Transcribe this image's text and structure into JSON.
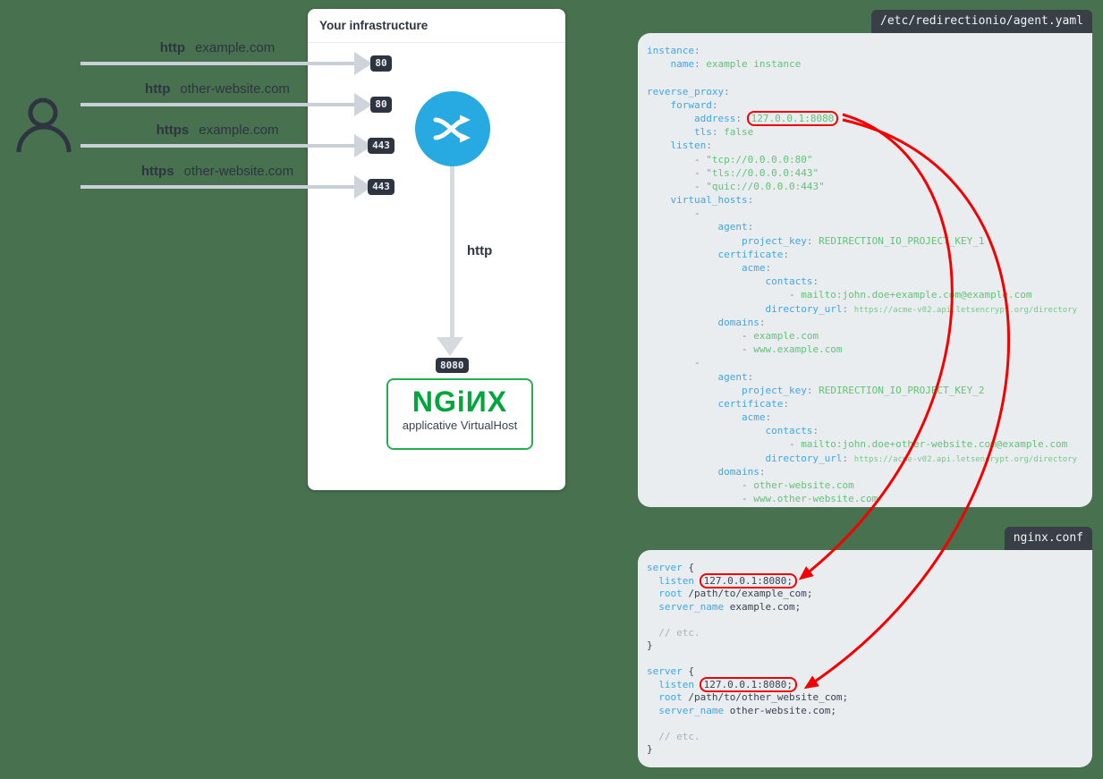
{
  "colors": {
    "background": "#47714F",
    "card_bg": "#FFFFFF",
    "panel_bg": "#E9EDEF",
    "tab_bg": "#383F47",
    "yaml_key": "#42A6E5",
    "yaml_value": "#64C17A",
    "comment_gray": "#A8B1BC",
    "code_dark": "#3B4252",
    "highlight_red": "#F40000",
    "proxy_circle_blue": "#27AAE1",
    "nginx_green": "#00A63C",
    "arrow_gray": "#CFD4DA",
    "port_badge_bg": "#2E3440"
  },
  "user_flow": {
    "requests": [
      {
        "protocol": "http",
        "domain": "example.com",
        "port": "80"
      },
      {
        "protocol": "http",
        "domain": "other-website.com",
        "port": "80"
      },
      {
        "protocol": "https",
        "domain": "example.com",
        "port": "443"
      },
      {
        "protocol": "https",
        "domain": "other-website.com",
        "port": "443"
      }
    ]
  },
  "infrastructure": {
    "title": "Your infrastructure",
    "internal_protocol": "http",
    "internal_port": "8080",
    "nginx_logo": "NGiИX",
    "nginx_caption": "applicative VirtualHost"
  },
  "agent_yaml": {
    "tab": "/etc/redirectionio/agent.yaml",
    "lines": [
      [
        {
          "t": "instance",
          "c": "key"
        },
        {
          "t": ":",
          "c": "punct"
        }
      ],
      [
        {
          "t": "    "
        },
        {
          "t": "name",
          "c": "key"
        },
        {
          "t": ":",
          "c": "punct"
        },
        {
          "t": " "
        },
        {
          "t": "example instance",
          "c": "val"
        }
      ],
      [],
      [
        {
          "t": "reverse_proxy",
          "c": "key"
        },
        {
          "t": ":",
          "c": "punct"
        }
      ],
      [
        {
          "t": "    "
        },
        {
          "t": "forward",
          "c": "key"
        },
        {
          "t": ":",
          "c": "punct"
        }
      ],
      [
        {
          "t": "        "
        },
        {
          "t": "address",
          "c": "key"
        },
        {
          "t": ":",
          "c": "punct"
        },
        {
          "t": " "
        },
        {
          "t": "127.0.0.1:8080",
          "c": "val",
          "box": true
        }
      ],
      [
        {
          "t": "        "
        },
        {
          "t": "tls",
          "c": "key"
        },
        {
          "t": ":",
          "c": "punct"
        },
        {
          "t": " "
        },
        {
          "t": "false",
          "c": "val"
        }
      ],
      [
        {
          "t": "    "
        },
        {
          "t": "listen",
          "c": "key"
        },
        {
          "t": ":",
          "c": "punct"
        }
      ],
      [
        {
          "t": "        - ",
          "c": "punct"
        },
        {
          "t": "\"tcp://0.0.0.0:80\"",
          "c": "val"
        }
      ],
      [
        {
          "t": "        - ",
          "c": "punct"
        },
        {
          "t": "\"tls://0.0.0.0:443\"",
          "c": "val"
        }
      ],
      [
        {
          "t": "        - ",
          "c": "punct"
        },
        {
          "t": "\"quic://0.0.0.0:443\"",
          "c": "val"
        }
      ],
      [
        {
          "t": "    "
        },
        {
          "t": "virtual_hosts",
          "c": "key"
        },
        {
          "t": ":",
          "c": "punct"
        }
      ],
      [
        {
          "t": "        -",
          "c": "punct"
        }
      ],
      [
        {
          "t": "            "
        },
        {
          "t": "agent",
          "c": "key"
        },
        {
          "t": ":",
          "c": "punct"
        }
      ],
      [
        {
          "t": "                "
        },
        {
          "t": "project_key",
          "c": "key"
        },
        {
          "t": ":",
          "c": "punct"
        },
        {
          "t": " "
        },
        {
          "t": "REDIRECTION_IO_PROJECT_KEY_1",
          "c": "val"
        }
      ],
      [
        {
          "t": "            "
        },
        {
          "t": "certificate",
          "c": "key"
        },
        {
          "t": ":",
          "c": "punct"
        }
      ],
      [
        {
          "t": "                "
        },
        {
          "t": "acme",
          "c": "key"
        },
        {
          "t": ":",
          "c": "punct"
        }
      ],
      [
        {
          "t": "                    "
        },
        {
          "t": "contacts",
          "c": "key"
        },
        {
          "t": ":",
          "c": "punct"
        }
      ],
      [
        {
          "t": "                        - ",
          "c": "punct"
        },
        {
          "t": "mailto:john.doe+example.com@example.com",
          "c": "val"
        }
      ],
      [
        {
          "t": "                    "
        },
        {
          "t": "directory_url",
          "c": "key"
        },
        {
          "t": ":",
          "c": "punct"
        },
        {
          "t": " "
        },
        {
          "t": "https://acme-v02.api.letsencrypt.org/directory",
          "c": "url"
        }
      ],
      [
        {
          "t": "            "
        },
        {
          "t": "domains",
          "c": "key"
        },
        {
          "t": ":",
          "c": "punct"
        }
      ],
      [
        {
          "t": "                - ",
          "c": "punct"
        },
        {
          "t": "example.com",
          "c": "val"
        }
      ],
      [
        {
          "t": "                - ",
          "c": "punct"
        },
        {
          "t": "www.example.com",
          "c": "val"
        }
      ],
      [
        {
          "t": "        -",
          "c": "punct"
        }
      ],
      [
        {
          "t": "            "
        },
        {
          "t": "agent",
          "c": "key"
        },
        {
          "t": ":",
          "c": "punct"
        }
      ],
      [
        {
          "t": "                "
        },
        {
          "t": "project_key",
          "c": "key"
        },
        {
          "t": ":",
          "c": "punct"
        },
        {
          "t": " "
        },
        {
          "t": "REDIRECTION_IO_PROJECT_KEY_2",
          "c": "val"
        }
      ],
      [
        {
          "t": "            "
        },
        {
          "t": "certificate",
          "c": "key"
        },
        {
          "t": ":",
          "c": "punct"
        }
      ],
      [
        {
          "t": "                "
        },
        {
          "t": "acme",
          "c": "key"
        },
        {
          "t": ":",
          "c": "punct"
        }
      ],
      [
        {
          "t": "                    "
        },
        {
          "t": "contacts",
          "c": "key"
        },
        {
          "t": ":",
          "c": "punct"
        }
      ],
      [
        {
          "t": "                        - ",
          "c": "punct"
        },
        {
          "t": "mailto:john.doe+other-website.com@example.com",
          "c": "val"
        }
      ],
      [
        {
          "t": "                    "
        },
        {
          "t": "directory_url",
          "c": "key"
        },
        {
          "t": ":",
          "c": "punct"
        },
        {
          "t": " "
        },
        {
          "t": "https://acme-v02.api.letsencrypt.org/directory",
          "c": "url"
        }
      ],
      [
        {
          "t": "            "
        },
        {
          "t": "domains",
          "c": "key"
        },
        {
          "t": ":",
          "c": "punct"
        }
      ],
      [
        {
          "t": "                - ",
          "c": "punct"
        },
        {
          "t": "other-website.com",
          "c": "val"
        }
      ],
      [
        {
          "t": "                - ",
          "c": "punct"
        },
        {
          "t": "www.other-website.com",
          "c": "val"
        }
      ]
    ]
  },
  "nginx_conf": {
    "tab": "nginx.conf",
    "lines": [
      [
        {
          "t": "server",
          "c": "key"
        },
        {
          "t": " {",
          "c": "plain"
        }
      ],
      [
        {
          "t": "  "
        },
        {
          "t": "listen",
          "c": "key"
        },
        {
          "t": " "
        },
        {
          "t": "127.0.0.1:8080;",
          "c": "plain",
          "box": true
        }
      ],
      [
        {
          "t": "  "
        },
        {
          "t": "root",
          "c": "key"
        },
        {
          "t": " /path/to/example_com;",
          "c": "plain"
        }
      ],
      [
        {
          "t": "  "
        },
        {
          "t": "server_name",
          "c": "key"
        },
        {
          "t": " example.com;",
          "c": "plain"
        }
      ],
      [],
      [
        {
          "t": "  // etc.",
          "c": "comment"
        }
      ],
      [
        {
          "t": "}",
          "c": "plain"
        }
      ],
      [],
      [
        {
          "t": "server",
          "c": "key"
        },
        {
          "t": " {",
          "c": "plain"
        }
      ],
      [
        {
          "t": "  "
        },
        {
          "t": "listen",
          "c": "key"
        },
        {
          "t": " "
        },
        {
          "t": "127.0.0.1:8080;",
          "c": "plain",
          "box": true
        }
      ],
      [
        {
          "t": "  "
        },
        {
          "t": "root",
          "c": "key"
        },
        {
          "t": " /path/to/other_website_com;",
          "c": "plain"
        }
      ],
      [
        {
          "t": "  "
        },
        {
          "t": "server_name",
          "c": "key"
        },
        {
          "t": " other-website.com;",
          "c": "plain"
        }
      ],
      [],
      [
        {
          "t": "  // etc.",
          "c": "comment"
        }
      ],
      [
        {
          "t": "}",
          "c": "plain"
        }
      ]
    ]
  }
}
